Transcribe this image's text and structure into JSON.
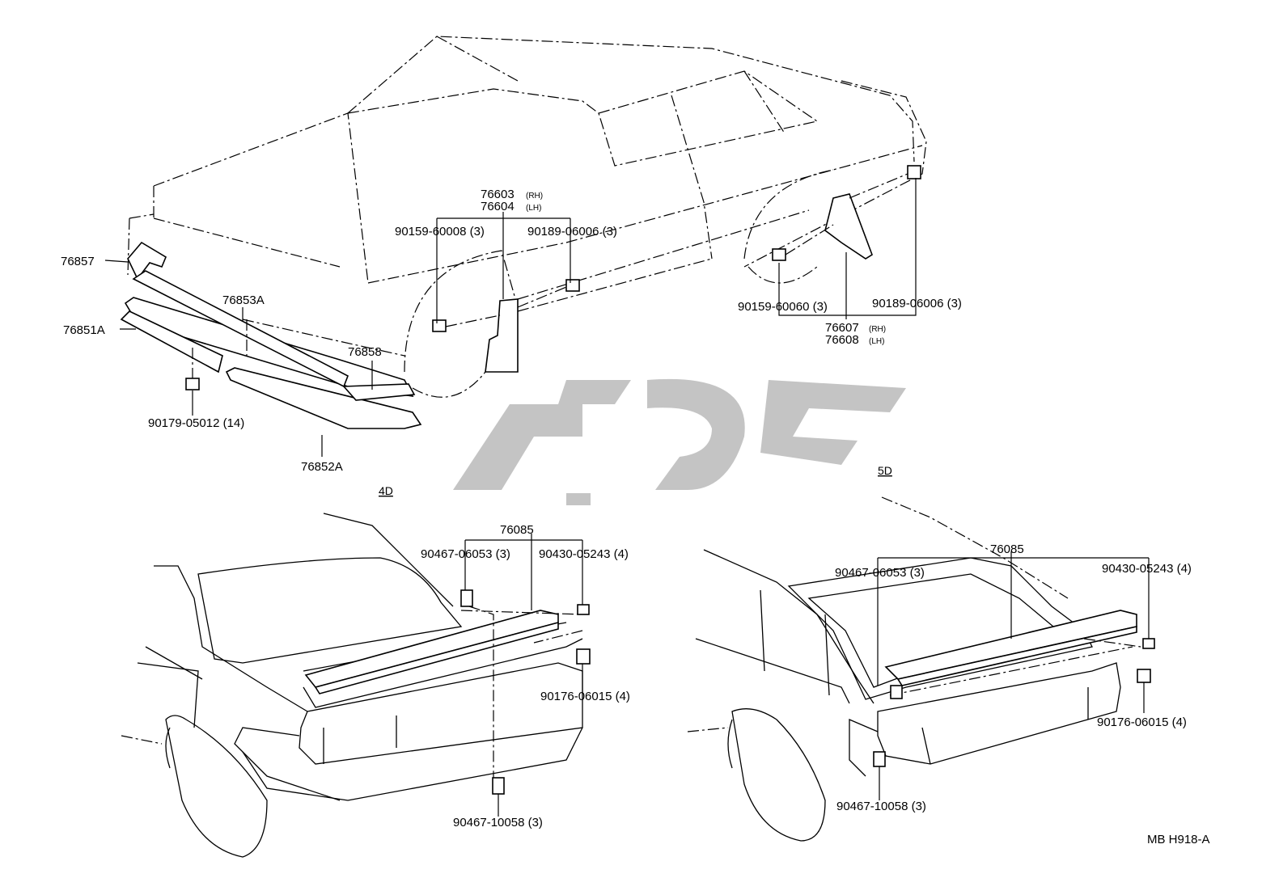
{
  "drawing_code": "MB H918-A",
  "views": {
    "front_4d_label": "4D",
    "rear_5d_label": "5D"
  },
  "parts": {
    "p76857": "76857",
    "p76853A": "76853A",
    "p76851A": "76851A",
    "p90179": "90179-05012 (14)",
    "p76852A": "76852A",
    "p76858": "76858",
    "p76603": "76603",
    "p76603_side": "(RH)",
    "p76604": "76604",
    "p76604_side": "(LH)",
    "p90159_60008": "90159-60008 (3)",
    "p90189_front": "90189-06006 (3)",
    "p90159_60060": "90159-60060 (3)",
    "p90189_rear": "90189-06006 (3)",
    "p76607": "76607",
    "p76607_side": "(RH)",
    "p76608": "76608",
    "p76608_side": "(LH)",
    "d4_76085": "76085",
    "d4_90467_06053": "90467-06053 (3)",
    "d4_90430": "90430-05243 (4)",
    "d4_90176": "90176-06015 (4)",
    "d4_90467_10058": "90467-10058 (3)",
    "d5_76085": "76085",
    "d5_90467_06053": "90467-06053 (3)",
    "d5_90430": "90430-05243 (4)",
    "d5_90176": "90176-06015 (4)",
    "d5_90467_10058": "90467-10058 (3)"
  },
  "colors": {
    "line": "#000000",
    "watermark": "#c4c4c4",
    "background": "#ffffff"
  }
}
